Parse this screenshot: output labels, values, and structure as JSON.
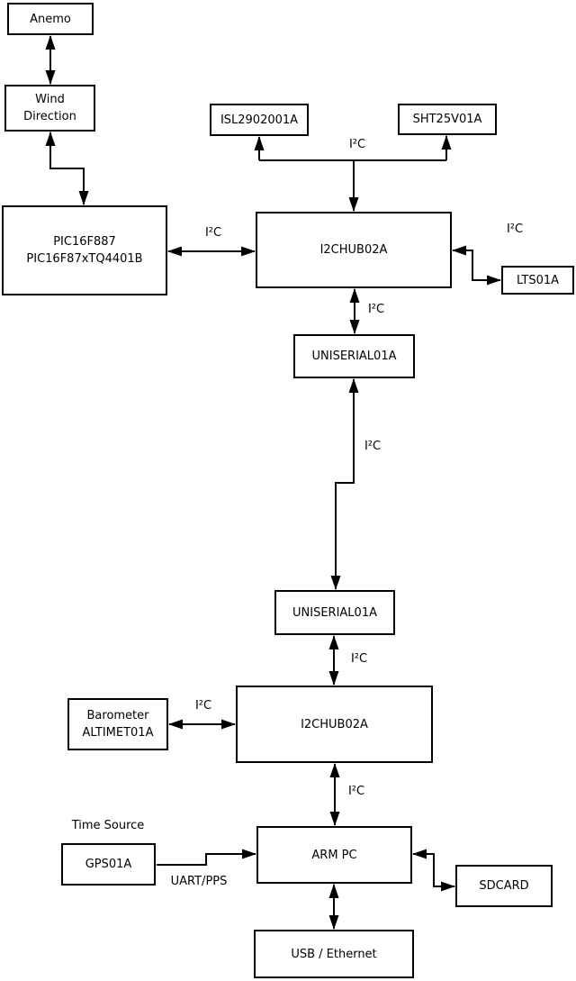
{
  "diagram": {
    "nodes": {
      "anemo": {
        "lines": [
          "Anemo"
        ]
      },
      "wind": {
        "lines": [
          "Wind",
          "Direction"
        ]
      },
      "pic": {
        "lines": [
          "PIC16F887",
          "PIC16F87xTQ4401B"
        ]
      },
      "isl": {
        "lines": [
          "ISL2902001A"
        ]
      },
      "sht": {
        "lines": [
          "SHT25V01A"
        ]
      },
      "hub1": {
        "lines": [
          "I2CHUB02A"
        ]
      },
      "lts": {
        "lines": [
          "LTS01A"
        ]
      },
      "uniserial1": {
        "lines": [
          "UNISERIAL01A"
        ]
      },
      "uniserial2": {
        "lines": [
          "UNISERIAL01A"
        ]
      },
      "barometer": {
        "lines": [
          "Barometer",
          "ALTIMET01A"
        ]
      },
      "hub2": {
        "lines": [
          "I2CHUB02A"
        ]
      },
      "gps": {
        "lines": [
          "GPS01A"
        ]
      },
      "arm": {
        "lines": [
          "ARM PC"
        ]
      },
      "sdcard": {
        "lines": [
          "SDCARD"
        ]
      },
      "usb": {
        "lines": [
          "USB / Ethernet"
        ]
      }
    },
    "edge_labels": {
      "bus_top": "I²C",
      "pic_hub1": "I²C",
      "hub1_lts": "I²C",
      "hub1_uni1": "I²C",
      "uni1_uni2": "I²C",
      "uni2_hub2": "I²C",
      "baro_hub2": "I²C",
      "hub2_arm": "I²C",
      "gps_arm": "UART/PPS",
      "gps_caption": "Time Source"
    },
    "colors": {
      "line": "#000000",
      "box_fill": "#ffffff",
      "text": "#000000",
      "background": "#ffffff"
    }
  }
}
